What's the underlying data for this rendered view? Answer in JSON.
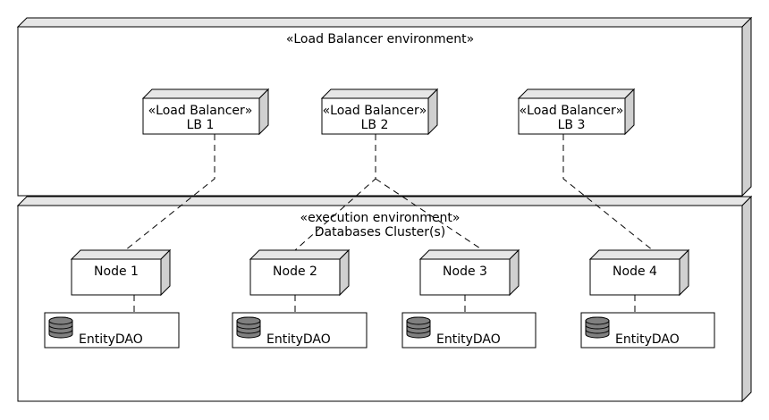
{
  "environments": [
    {
      "id": "lb-env",
      "stereotype": "«Load Balancer environment»",
      "name": ""
    },
    {
      "id": "exec-env",
      "stereotype": "«execution environment»",
      "name": "Databases Cluster(s)"
    }
  ],
  "load_balancers": [
    {
      "stereotype": "«Load Balancer»",
      "name": "LB 1"
    },
    {
      "stereotype": "«Load Balancer»",
      "name": "LB 2"
    },
    {
      "stereotype": "«Load Balancer»",
      "name": "LB 3"
    }
  ],
  "nodes": [
    {
      "name": "Node 1",
      "artifact": "EntityDAO",
      "artifact_icon": "database-icon"
    },
    {
      "name": "Node 2",
      "artifact": "EntityDAO",
      "artifact_icon": "database-icon"
    },
    {
      "name": "Node 3",
      "artifact": "EntityDAO",
      "artifact_icon": "database-icon"
    },
    {
      "name": "Node 4",
      "artifact": "EntityDAO",
      "artifact_icon": "database-icon"
    }
  ],
  "connections": [
    {
      "from": "LB 1",
      "to": "Node 1"
    },
    {
      "from": "LB 2",
      "to": "Node 2"
    },
    {
      "from": "LB 2",
      "to": "Node 3"
    },
    {
      "from": "LB 3",
      "to": "Node 4"
    }
  ],
  "colors": {
    "box_top": "#e6e6e6",
    "box_side": "#d0d0d0",
    "database_fill": "#808080"
  }
}
